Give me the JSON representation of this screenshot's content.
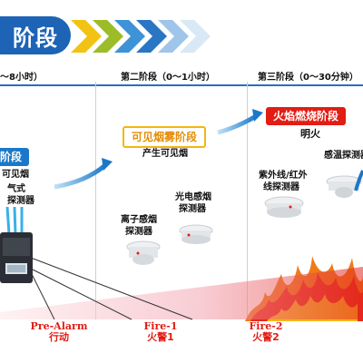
{
  "header": {
    "title": "阶段"
  },
  "stages": [
    {
      "label": "～8小时）"
    },
    {
      "label": "第二阶段（0～1小时）"
    },
    {
      "label": "第三阶段（0～30分钟）"
    }
  ],
  "stage1": {
    "badge": "阶段",
    "lines": [
      "可见烟",
      "气式",
      "探测器"
    ]
  },
  "stage2": {
    "badge": "可见烟雾阶段",
    "subtitle": "产生可见烟",
    "detector_ion": [
      "离子感烟",
      "探测器"
    ],
    "detector_photo": [
      "光电感烟",
      "探测器"
    ]
  },
  "stage3": {
    "badge": "火焰燃烧阶段",
    "subtitle": "明火",
    "detector_uvir": [
      "紫外线/红外",
      "线探测器"
    ],
    "detector_heat": [
      "感温探测器"
    ]
  },
  "alarms": [
    {
      "en": "Pre-Alarm",
      "cn": "行动"
    },
    {
      "en": "Fire-1",
      "cn": "火警1"
    },
    {
      "en": "Fire-2",
      "cn": "火警2"
    }
  ],
  "colors": {
    "header_blue": "#1d63b6",
    "chevron_yellow": "#f3c313",
    "chevron_blue": "#2b76c4",
    "alarm_red": "#e21d14",
    "stage_badge_blue": "#1b78c9",
    "stage_badge_yellow": "#f4b60f",
    "stage_badge_red": "#e21d14"
  }
}
